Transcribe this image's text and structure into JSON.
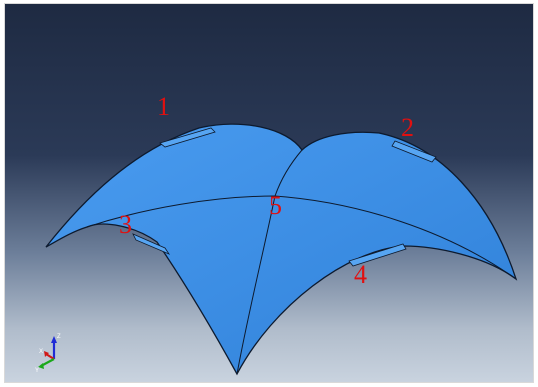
{
  "viewport": {
    "background_top": "#1e2a42",
    "background_bottom": "#c9d3df"
  },
  "shell": {
    "color": "#3a8be0",
    "edge_color": "#0d1a2e"
  },
  "labels": {
    "color": "#e01010",
    "items": [
      {
        "id": "1",
        "text": "1"
      },
      {
        "id": "2",
        "text": "2"
      },
      {
        "id": "3",
        "text": "3"
      },
      {
        "id": "4",
        "text": "4"
      },
      {
        "id": "5",
        "text": "5"
      }
    ]
  },
  "triad": {
    "axis_z": "Z",
    "axis_x": "X",
    "axis_y": "Y",
    "color_z": "#1f2bd6",
    "color_x": "#d01818",
    "color_y": "#1aa81a"
  }
}
